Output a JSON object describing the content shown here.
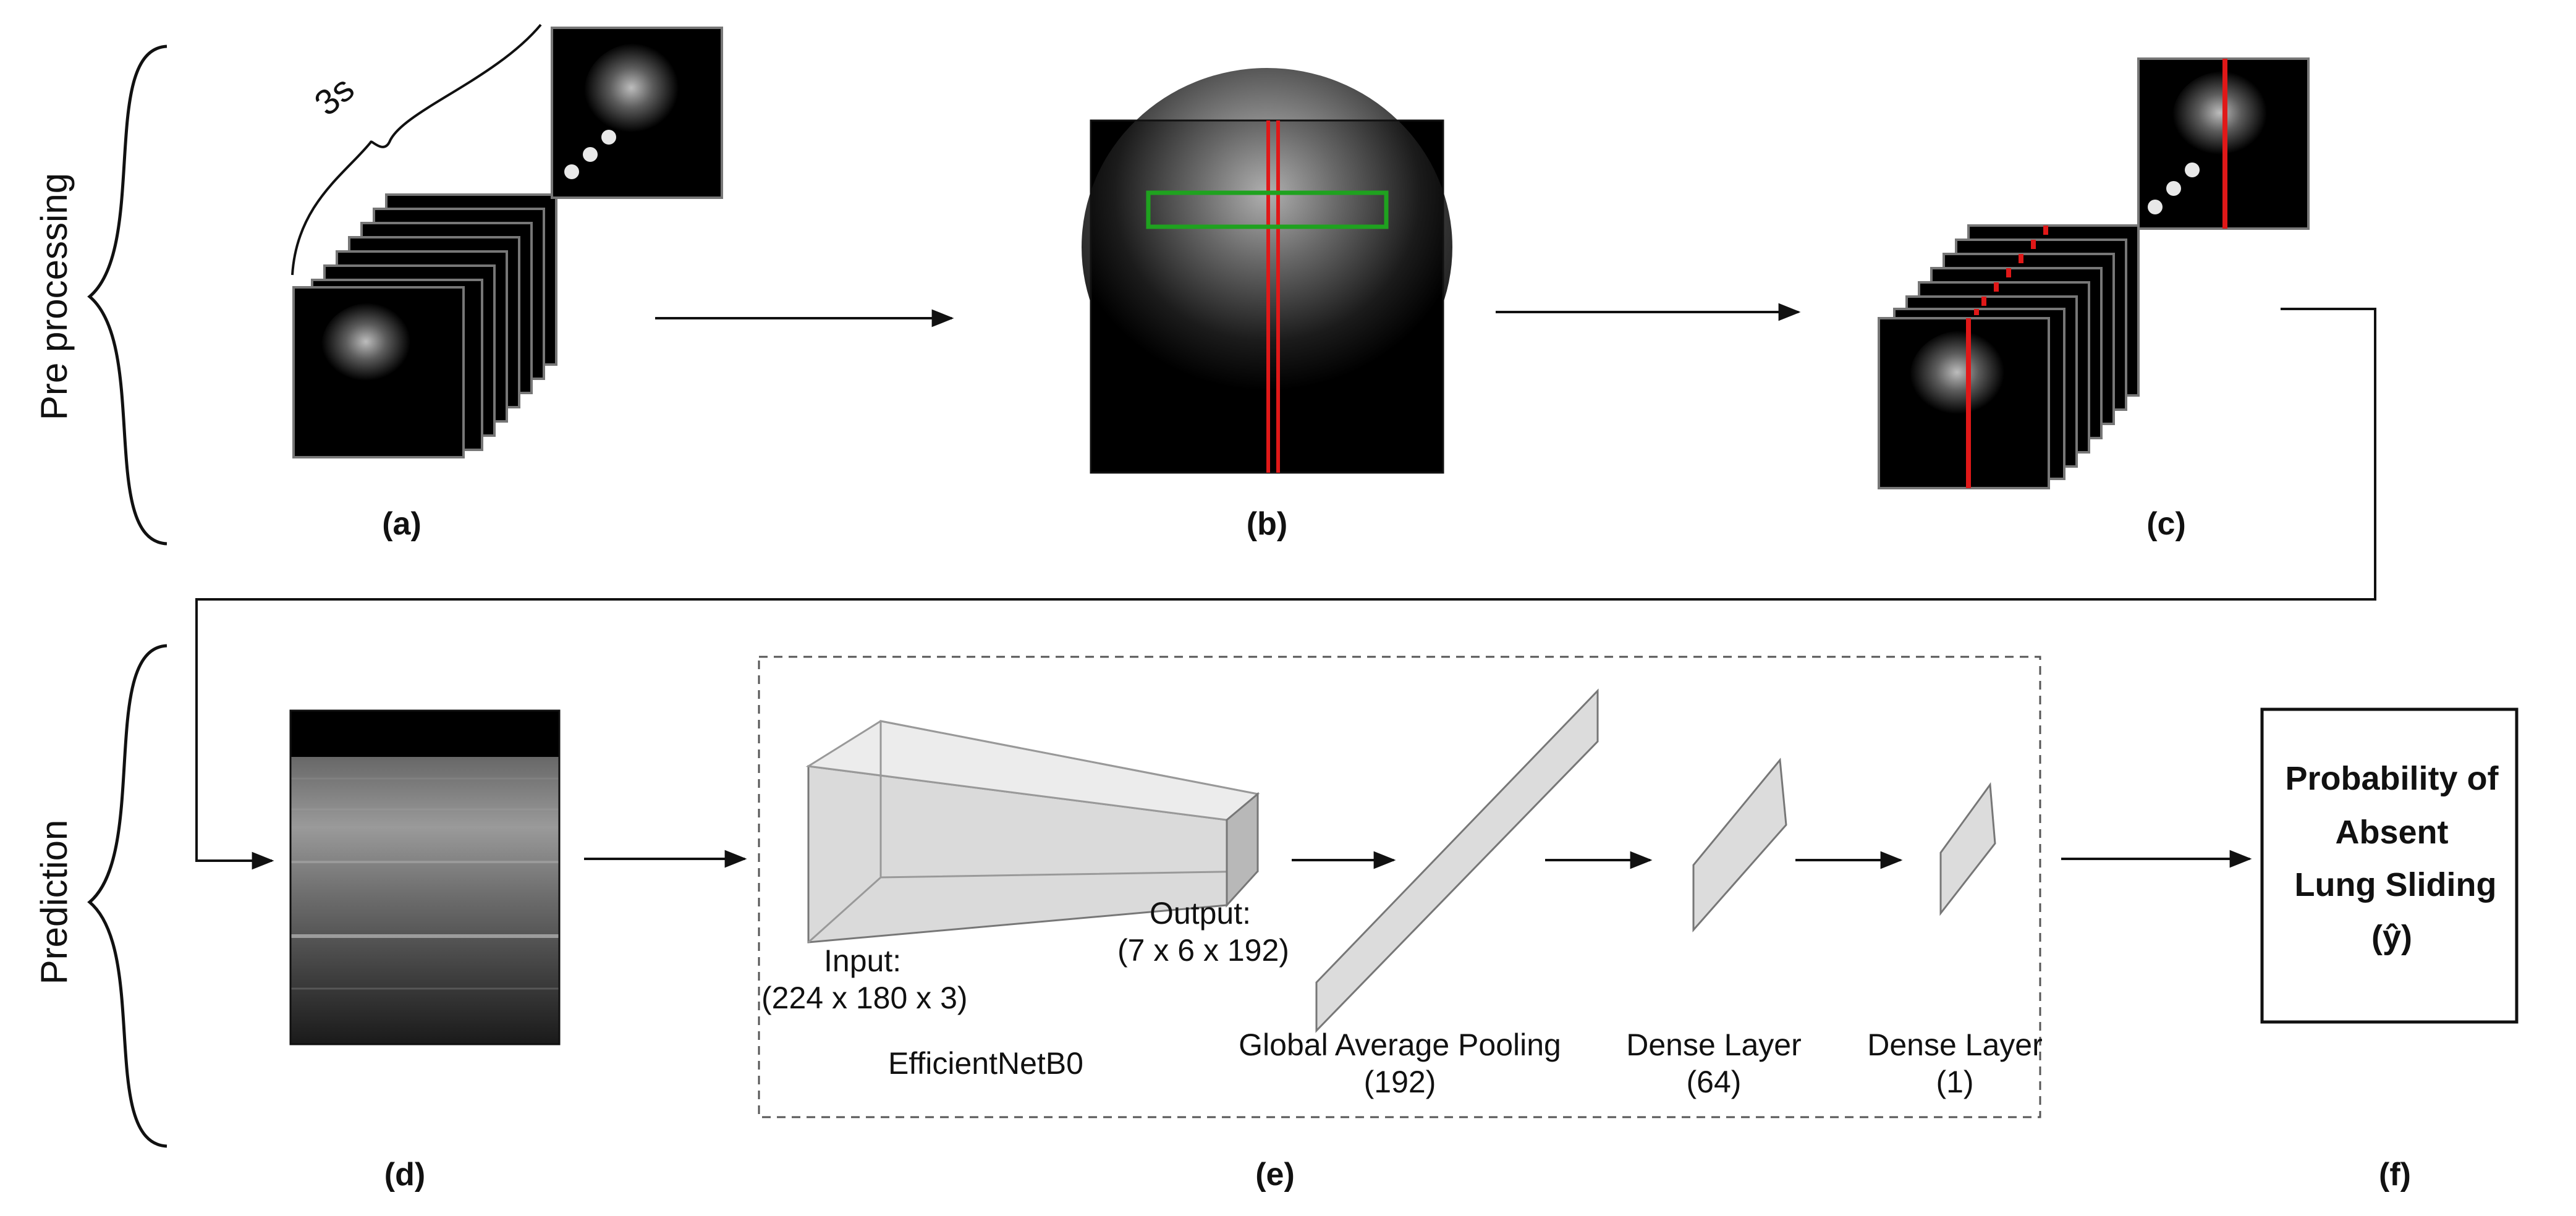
{
  "stages": {
    "pre_processing": "Pre processing",
    "prediction": "Prediction"
  },
  "clip_duration": "3s",
  "panel_labels": {
    "a": "(a)",
    "b": "(b)",
    "c": "(c)",
    "d": "(d)",
    "e": "(e)",
    "f": "(f)"
  },
  "model": {
    "input_label": "Input:",
    "input_shape": "(224 x 180 x 3)",
    "output_label": "Output:",
    "output_shape": "(7 x 6 x 192)",
    "backbone": "EfficientNetB0",
    "gap_label": "Global Average Pooling",
    "gap_units": "(192)",
    "dense1_label": "Dense Layer",
    "dense1_units": "(64)",
    "dense2_label": "Dense Layer",
    "dense2_units": "(1)"
  },
  "output_box": {
    "line1": "Probability of",
    "line2": "Absent",
    "line3": "Lung Sliding",
    "line4": "(ŷ)"
  },
  "colors": {
    "roi_box": "#1fa21f",
    "m_mode_line": "#e01818",
    "layer_fill": "#dcdcdc",
    "ultrasound_bg": "#000000"
  }
}
